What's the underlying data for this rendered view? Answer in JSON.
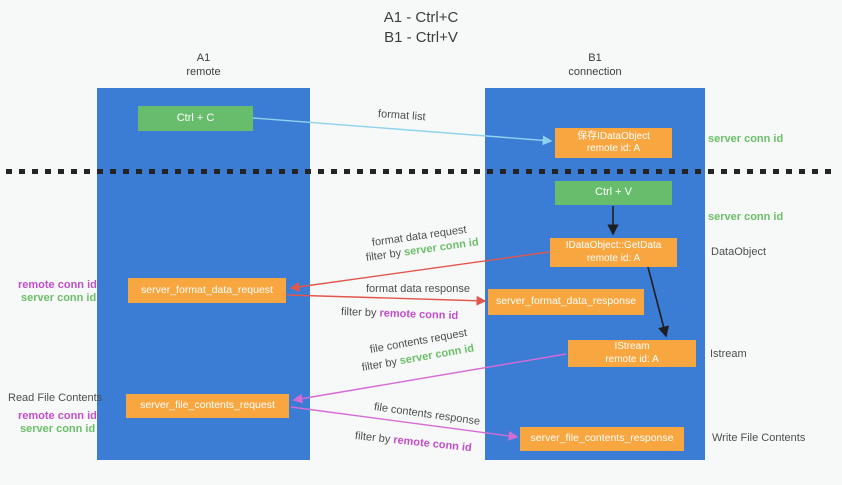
{
  "title": {
    "line1": "A1 - Ctrl+C",
    "line2": "B1 - Ctrl+V"
  },
  "lanes": {
    "left": {
      "title": "A1",
      "subtitle": "remote"
    },
    "right": {
      "title": "B1",
      "subtitle": "connection"
    }
  },
  "boxes": {
    "ctrl_c": {
      "label": "Ctrl + C"
    },
    "ctrl_v": {
      "label": "Ctrl + V"
    },
    "save_dataobject": {
      "line1": "保存IDataObject",
      "line2": "remote id: A"
    },
    "getdata": {
      "line1": "IDataObject::GetData",
      "line2": "remote id: A"
    },
    "istream": {
      "line1": "IStream",
      "line2": "remote id: A"
    },
    "format_request": {
      "label": "server_format_data_request"
    },
    "format_response": {
      "label": "server_format_data_response"
    },
    "file_request": {
      "label": "server_file_contents_request"
    },
    "file_response": {
      "label": "server_file_contents_response"
    }
  },
  "labels": {
    "format_list": "format list",
    "server_conn_id_1": "server conn id",
    "server_conn_id_2": "server conn id",
    "dataobject": "DataObject",
    "istream_side": "Istream",
    "read_file_contents": "Read File Contents",
    "write_file_contents": "Write File Contents",
    "format_data_request": "format data request",
    "format_data_response": "format data response",
    "file_contents_request": "file contents request",
    "file_contents_response": "file contents response",
    "filter_by": "filter by",
    "server_conn_id": "server conn id",
    "remote_conn_id": "remote conn id"
  },
  "side_ids": {
    "left_top": {
      "remote": "remote conn id",
      "server": "server conn id"
    },
    "left_bottom": {
      "remote": "remote conn id",
      "server": "server conn id"
    }
  },
  "colors": {
    "lane_blue": "#3b7cd5",
    "box_green": "#68bd6c",
    "box_orange": "#f7a640",
    "text_green": "#6cbf69",
    "text_magenta": "#c24ecb",
    "arrow_blue": "#8fd3ee",
    "arrow_red": "#e2574c",
    "arrow_pink": "#d66bd6",
    "arrow_black": "#1f1f1f"
  }
}
